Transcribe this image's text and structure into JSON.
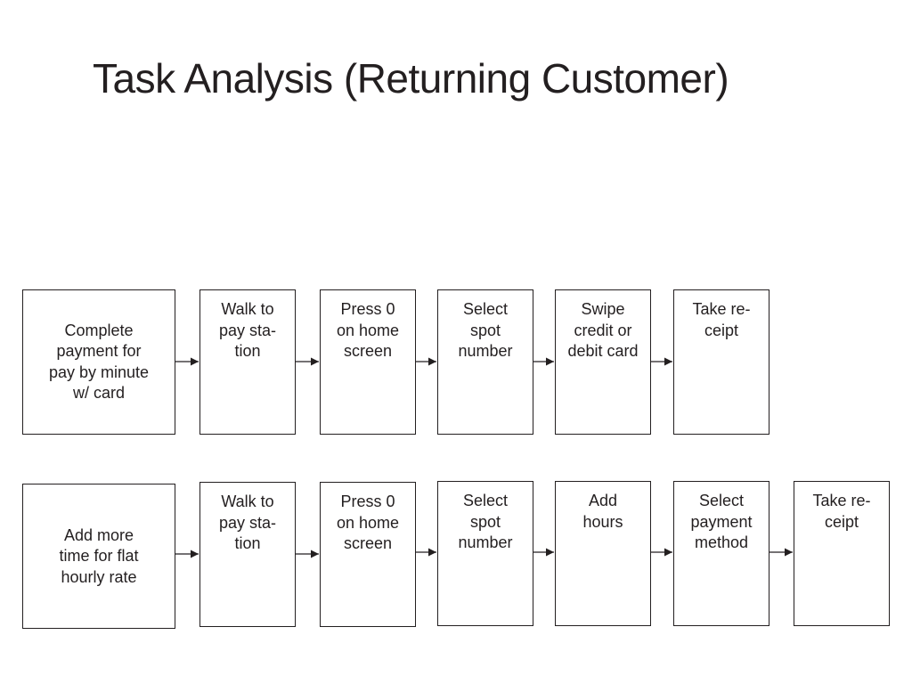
{
  "title": "Task Analysis (Returning Customer)",
  "rows": [
    {
      "goal": "Complete\npayment for\npay by minute\nw/ card",
      "steps": [
        "Walk to\npay sta-\ntion",
        "Press 0\non home\nscreen",
        "Select\nspot\nnumber",
        "Swipe\ncredit or\ndebit card",
        "Take re-\nceipt"
      ]
    },
    {
      "goal": "Add more\ntime for flat\nhourly rate",
      "steps": [
        "Walk to\npay sta-\ntion",
        "Press 0\non home\nscreen",
        "Select\nspot\nnumber",
        "Add\nhours",
        "Select\npayment\nmethod",
        "Take re-\nceipt"
      ]
    }
  ]
}
